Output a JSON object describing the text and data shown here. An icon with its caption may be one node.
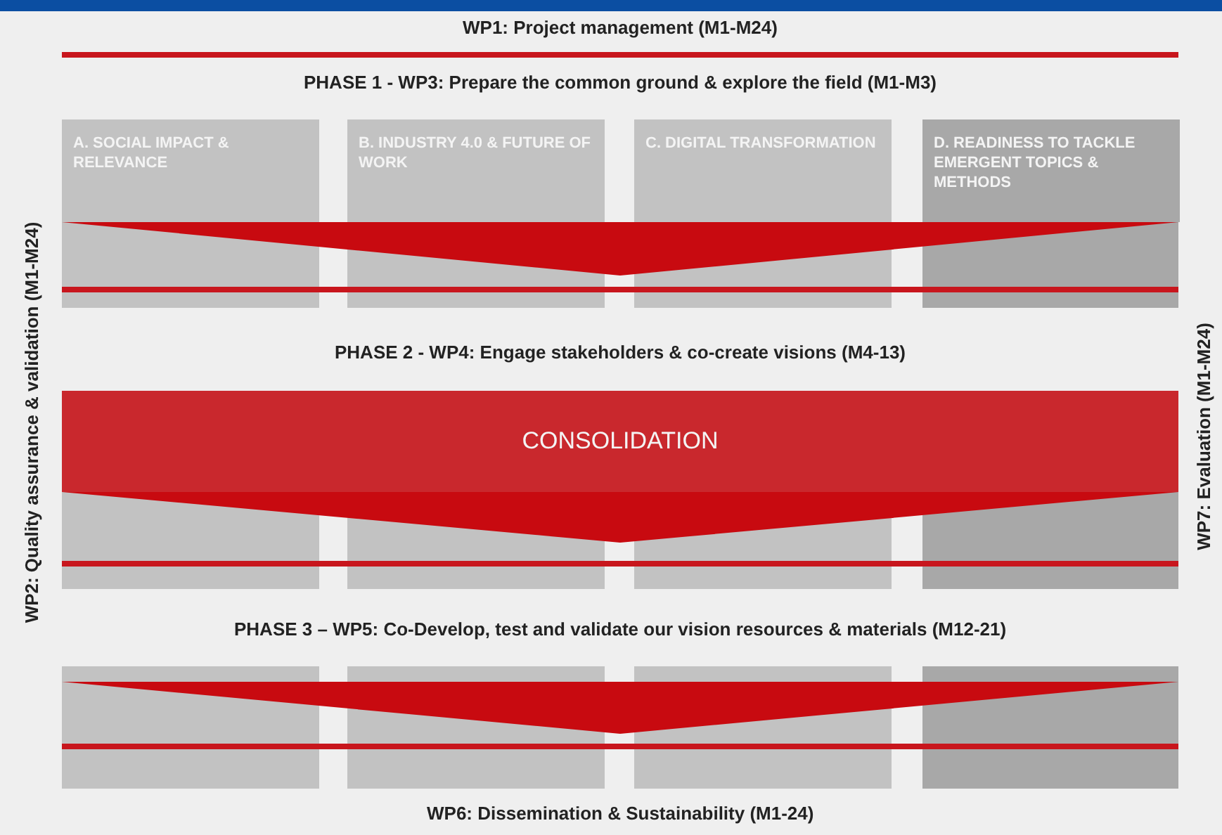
{
  "diagram": {
    "nodes": [
      {
        "text": [
          "A. SOCIAL IMPACT & RELEVANCE"
        ]
      },
      {
        "text": [
          "B. INDUSTRY 4.0 & FUTURE OF WORK"
        ]
      },
      {
        "text": [
          "C. DIGITAL TRANSFORMATION"
        ]
      },
      {
        "text": [
          "D. READINESS TO TACKLE EMERGENT TOPICS & METHODS"
        ]
      },
      {
        "text": [
          "CONSOLIDATION"
        ]
      }
    ],
    "labels": [
      "WP1: Project management (M1-M24)",
      "PHASE 1 - WP3: Prepare the common ground & explore the field (M1-M3)",
      "WP2: Quality assurance & validation (M1-M24)",
      "PHASE 2 - WP4: Engage stakeholders & co-create visions (M4-13)",
      "PHASE 3 – WP5: Co-Develop, test and validate our vision resources & materials (M12-21)",
      "WP7: Evaluation (M1-M24)",
      "WP6: Dissemination & Sustainability (M1-24)"
    ]
  }
}
